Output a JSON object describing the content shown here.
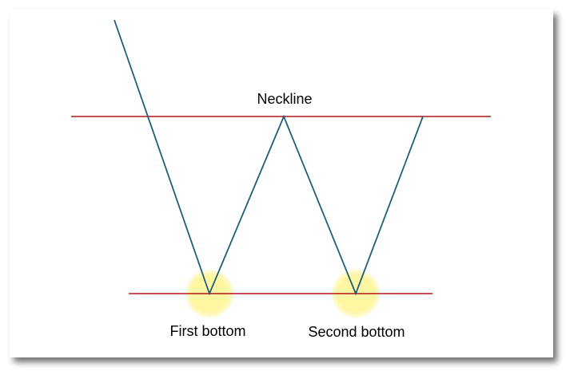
{
  "diagram": {
    "labels": {
      "neckline": "Neckline",
      "first_bottom": "First bottom",
      "second_bottom": "Second bottom"
    },
    "colors": {
      "price_line": "#1f5f7a",
      "level_line": "#b01818",
      "highlight": "#fff6a0",
      "shadow": "#8a8a8a",
      "panel": "#ffffff"
    }
  }
}
